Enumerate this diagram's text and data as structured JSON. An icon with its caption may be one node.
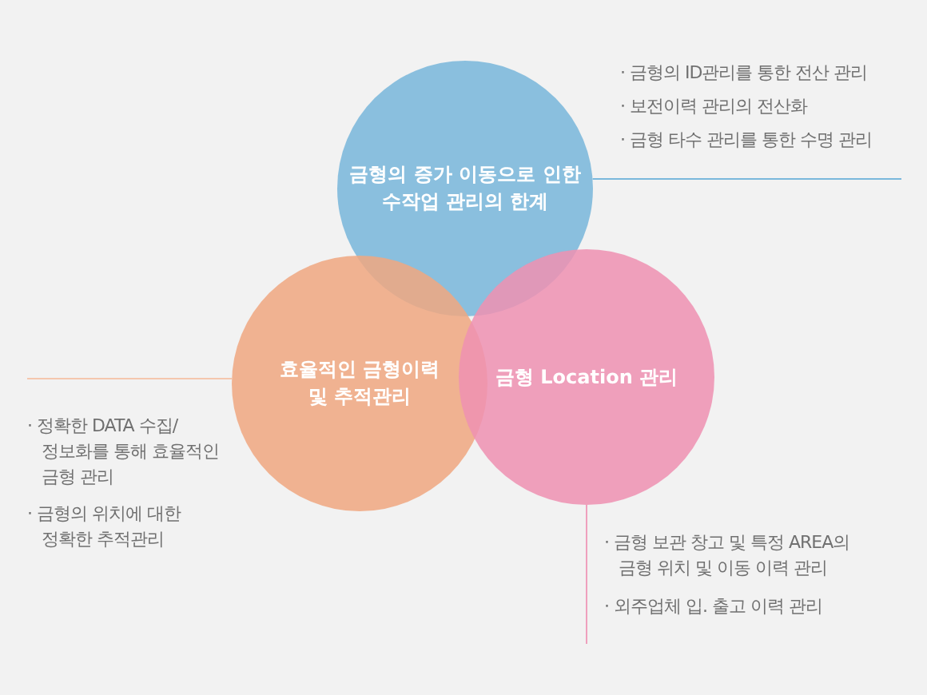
{
  "diagram": {
    "nodes": [
      {
        "text": [
          "금형의 증가 이동으로 인한 수작업 관리의 한계"
        ]
      },
      {
        "text": [
          "· 금형의 ID관리를 통한 전산 관리",
          "· 보전이력 관리의 전산화",
          "· 금형 타수 관리를 통한 수명 관리"
        ]
      },
      {
        "text": [
          "효율적인 금형이력 및 추적관리"
        ]
      },
      {
        "text": [
          "금형 Location 관리"
        ]
      },
      {
        "text": [
          "· 정확한 DATA 수집/ 정보화를 통해 효율적인 금형 관리",
          "· 금형의 위치에 대한 정확한 추적관리"
        ]
      },
      {
        "text": [
          "· 금형 보관 창고 및 특정 AREA의 금형 위치 및 이동 이력 관리",
          "· 외주업체 입. 출고 이력 관리"
        ]
      }
    ],
    "edges": [
      {
        "from": 0,
        "to": 1,
        "arrow": "none",
        "color": "#7ab8dc"
      },
      {
        "from": 2,
        "to": 4,
        "arrow": "none",
        "color": "#f5c7ae"
      },
      {
        "from": 3,
        "to": 5,
        "arrow": "none",
        "color": "#efa0bd"
      }
    ]
  }
}
